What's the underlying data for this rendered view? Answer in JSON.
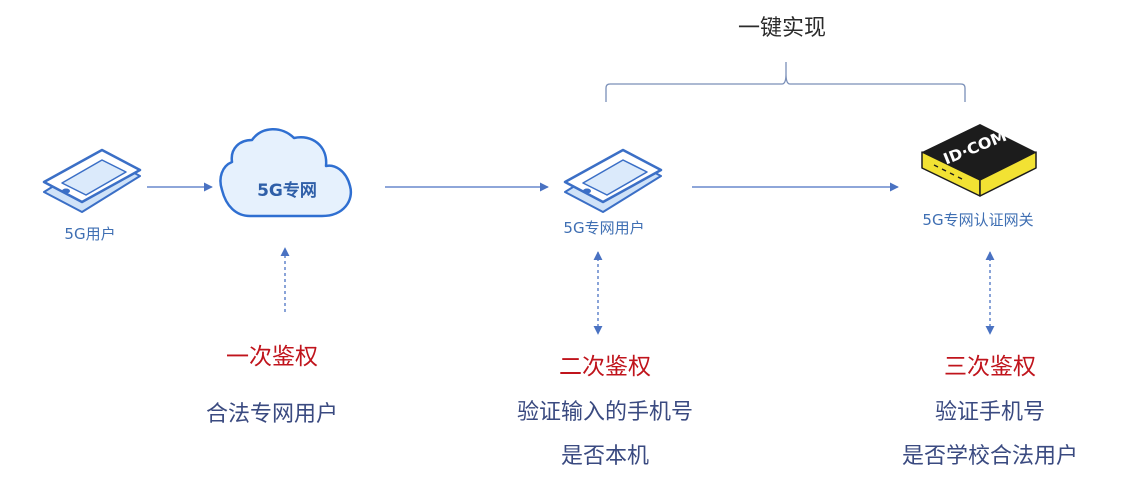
{
  "diagram": {
    "nodes": {
      "user": {
        "label": "5G用户"
      },
      "network": {
        "label": "5G专网"
      },
      "private_user": {
        "label": "5G专网用户"
      },
      "gateway": {
        "label": "5G专网认证网关",
        "logo_text": "ID·COM"
      }
    },
    "brace_label": "一键实现",
    "auth": [
      {
        "title": "一次鉴权",
        "lines": [
          "合法专网用户"
        ]
      },
      {
        "title": "二次鉴权",
        "lines": [
          "验证输入的手机号",
          "是否本机"
        ]
      },
      {
        "title": "三次鉴权",
        "lines": [
          "验证手机号",
          "是否学校合法用户"
        ]
      }
    ],
    "colors": {
      "arrow": "#4a72c2",
      "auth_title": "#c0141c",
      "auth_desc": "#3a4a80",
      "node_label": "#3f6fb3",
      "device_fill": "#dbeafb",
      "device_stroke": "#3b6fc6",
      "cloud_fill": "#e6f1fd",
      "gateway_yellow": "#f2e233"
    }
  }
}
